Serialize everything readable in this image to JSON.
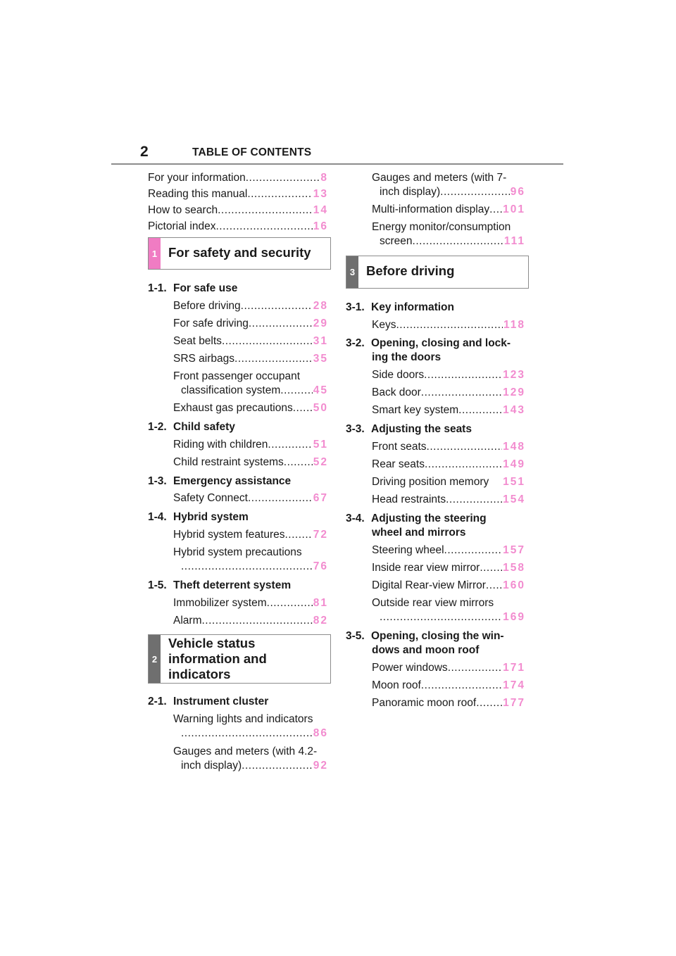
{
  "header": {
    "page_number": "2",
    "title": "TABLE OF CONTENTS"
  },
  "intro": [
    {
      "label": "For your information",
      "page": "8"
    },
    {
      "label": "Reading this manual",
      "page": "13"
    },
    {
      "label": "How to search",
      "page": "14"
    },
    {
      "label": "Pictorial index",
      "page": "16"
    }
  ],
  "chapters": [
    {
      "number": "1",
      "title": "For safety and security",
      "color": "#f07cc3"
    },
    {
      "number": "2",
      "title_lines": [
        "Vehicle status",
        "information and",
        "indicators"
      ],
      "color": "#6f6f6f"
    },
    {
      "number": "3",
      "title": "Before driving",
      "color": "#6f6f6f"
    }
  ],
  "col1": {
    "s1_1": {
      "num": "1-1.",
      "title": "For safe use"
    },
    "before_driving": {
      "label": "Before driving",
      "page": "28"
    },
    "for_safe_driving": {
      "label": "For safe driving",
      "page": "29"
    },
    "seat_belts": {
      "label": "Seat belts",
      "page": "31"
    },
    "srs_airbags": {
      "label": "SRS airbags",
      "page": "35"
    },
    "fpocs": {
      "line1": "Front passenger occupant",
      "line2": "classification system",
      "page": "45"
    },
    "exhaust": {
      "label": "Exhaust gas precautions",
      "page": "50"
    },
    "s1_2": {
      "num": "1-2.",
      "title": "Child safety"
    },
    "riding": {
      "label": "Riding with children",
      "page": "51"
    },
    "crs": {
      "label": "Child restraint systems",
      "page": "52"
    },
    "s1_3": {
      "num": "1-3.",
      "title": "Emergency assistance"
    },
    "safety_connect": {
      "label": "Safety Connect",
      "page": "67"
    },
    "s1_4": {
      "num": "1-4.",
      "title": "Hybrid system"
    },
    "hybrid_features": {
      "label": "Hybrid system features",
      "page": "72"
    },
    "hybrid_prec": {
      "line1": "Hybrid system precautions",
      "page": "76"
    },
    "s1_5": {
      "num": "1-5.",
      "title": "Theft deterrent system"
    },
    "immobilizer": {
      "label": "Immobilizer system",
      "page": "81"
    },
    "alarm": {
      "label": "Alarm",
      "page": "82"
    },
    "s2_1": {
      "num": "2-1.",
      "title": "Instrument cluster"
    },
    "warning": {
      "line1": "Warning lights and indicators",
      "page": "86"
    },
    "gauges42": {
      "line1": "Gauges and meters (with 4.2-",
      "line2": "inch display)",
      "page": "92"
    }
  },
  "col2": {
    "gauges7": {
      "line1": "Gauges and meters (with 7-",
      "line2": "inch display)",
      "page": "96"
    },
    "mid": {
      "label": "Multi-information display",
      "page": "101"
    },
    "energy": {
      "line1": "Energy monitor/consumption",
      "line2": "screen",
      "page": "111"
    },
    "s3_1": {
      "num": "3-1.",
      "title": "Key information"
    },
    "keys": {
      "label": "Keys",
      "page": "118"
    },
    "s3_2": {
      "num": "3-2.",
      "title_line1": "Opening, closing and lock-",
      "title_line2": "ing the doors"
    },
    "side_doors": {
      "label": "Side doors",
      "page": "123"
    },
    "back_door": {
      "label": "Back door",
      "page": "129"
    },
    "smart_key": {
      "label": "Smart key system",
      "page": "143"
    },
    "s3_3": {
      "num": "3-3.",
      "title": "Adjusting the seats"
    },
    "front_seats": {
      "label": "Front seats",
      "page": "148"
    },
    "rear_seats": {
      "label": "Rear seats",
      "page": "149"
    },
    "dpm": {
      "label": "Driving position memory",
      "page": "151"
    },
    "head": {
      "label": "Head restraints",
      "page": "154"
    },
    "s3_4": {
      "num": "3-4.",
      "title_line1": "Adjusting the steering",
      "title_line2": "wheel and mirrors"
    },
    "steering": {
      "label": "Steering wheel",
      "page": "157"
    },
    "inside_mirror": {
      "label": "Inside rear view mirror",
      "page": "158"
    },
    "digital_mirror": {
      "label": "Digital Rear-view Mirror",
      "page": "160"
    },
    "outside_mirrors": {
      "line1": "Outside rear view mirrors",
      "page": "169"
    },
    "s3_5": {
      "num": "3-5.",
      "title_line1": "Opening, closing the win-",
      "title_line2": "dows and moon roof"
    },
    "power_windows": {
      "label": "Power windows",
      "page": "171"
    },
    "moon_roof": {
      "label": "Moon roof",
      "page": "174"
    },
    "panoramic": {
      "label": "Panoramic moon roof",
      "page": "177"
    }
  }
}
